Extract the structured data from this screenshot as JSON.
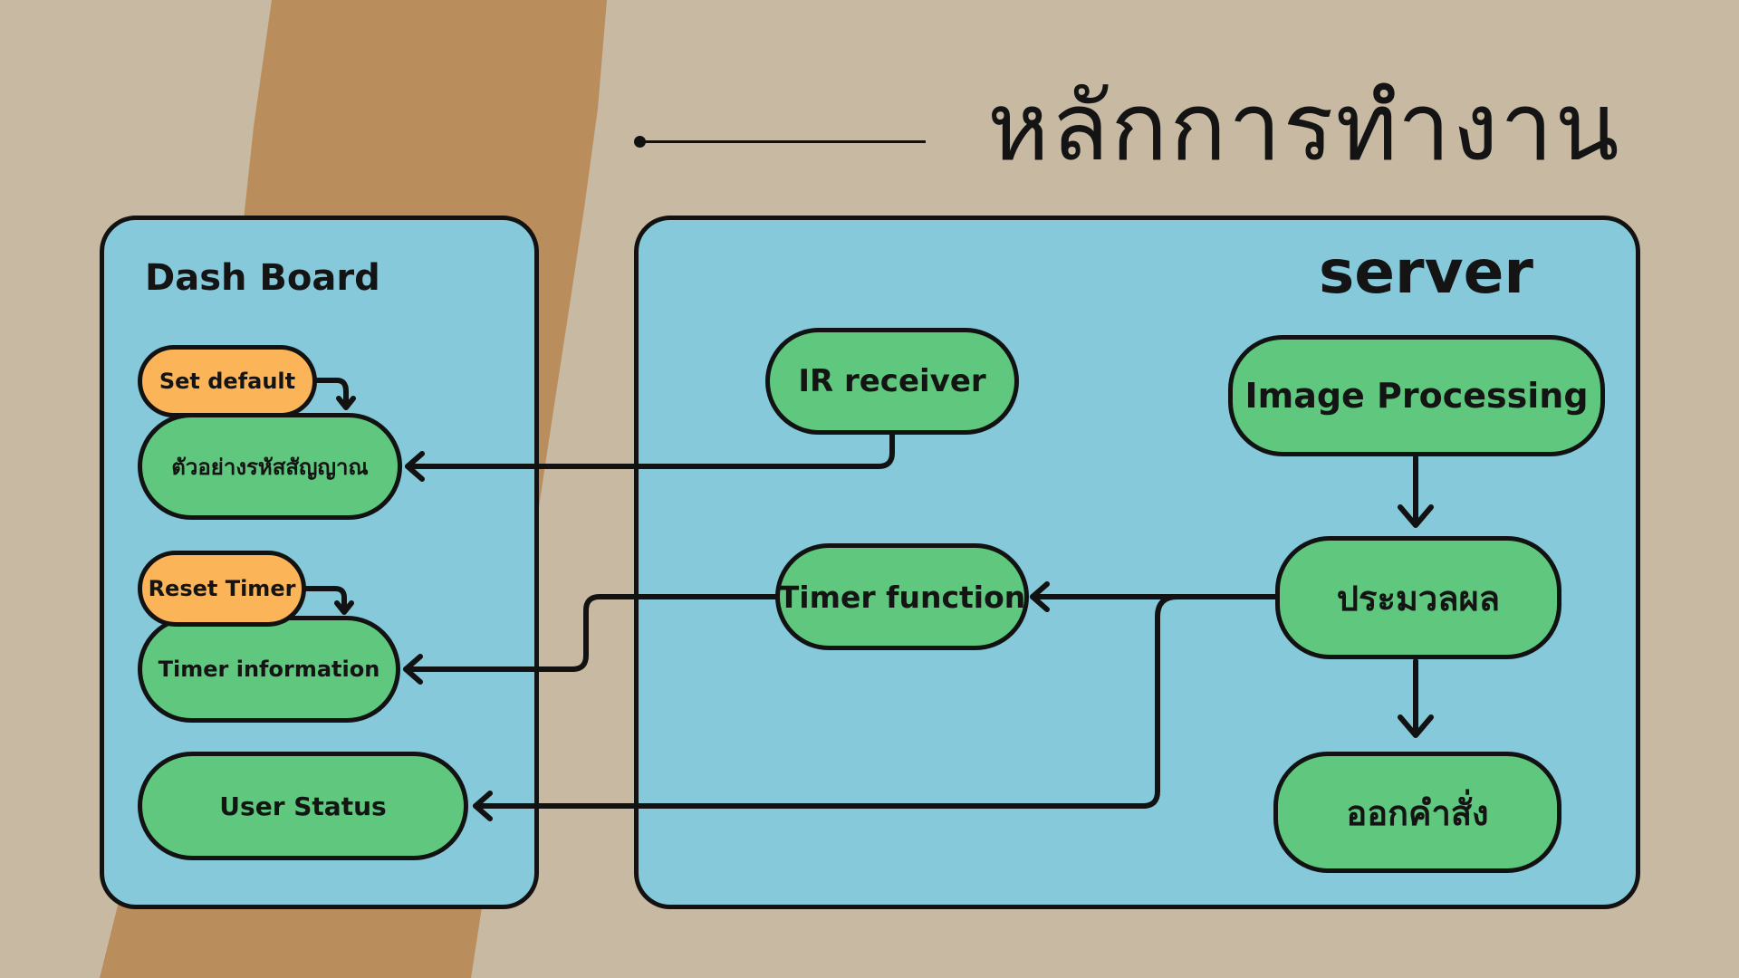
{
  "title": "หลักการทำงาน",
  "dashboard": {
    "title": "Dash Board",
    "set_default": "Set default",
    "signal_example": "ตัวอย่างรหัสสัญญาณ",
    "reset_timer": "Reset Timer",
    "timer_information": "Timer information",
    "user_status": "User Status"
  },
  "server": {
    "title": "server",
    "ir_receiver": "IR receiver",
    "image_processing": "Image Processing",
    "timer_function": "Timer function",
    "process": "ประมวลผล",
    "command": "ออกคำสั่ง"
  },
  "colors": {
    "panel": "#86c9da",
    "node_green": "#5fc77e",
    "node_orange": "#fbb558",
    "background": "#c8b9a2",
    "torn_paper": "#b98a5a"
  }
}
